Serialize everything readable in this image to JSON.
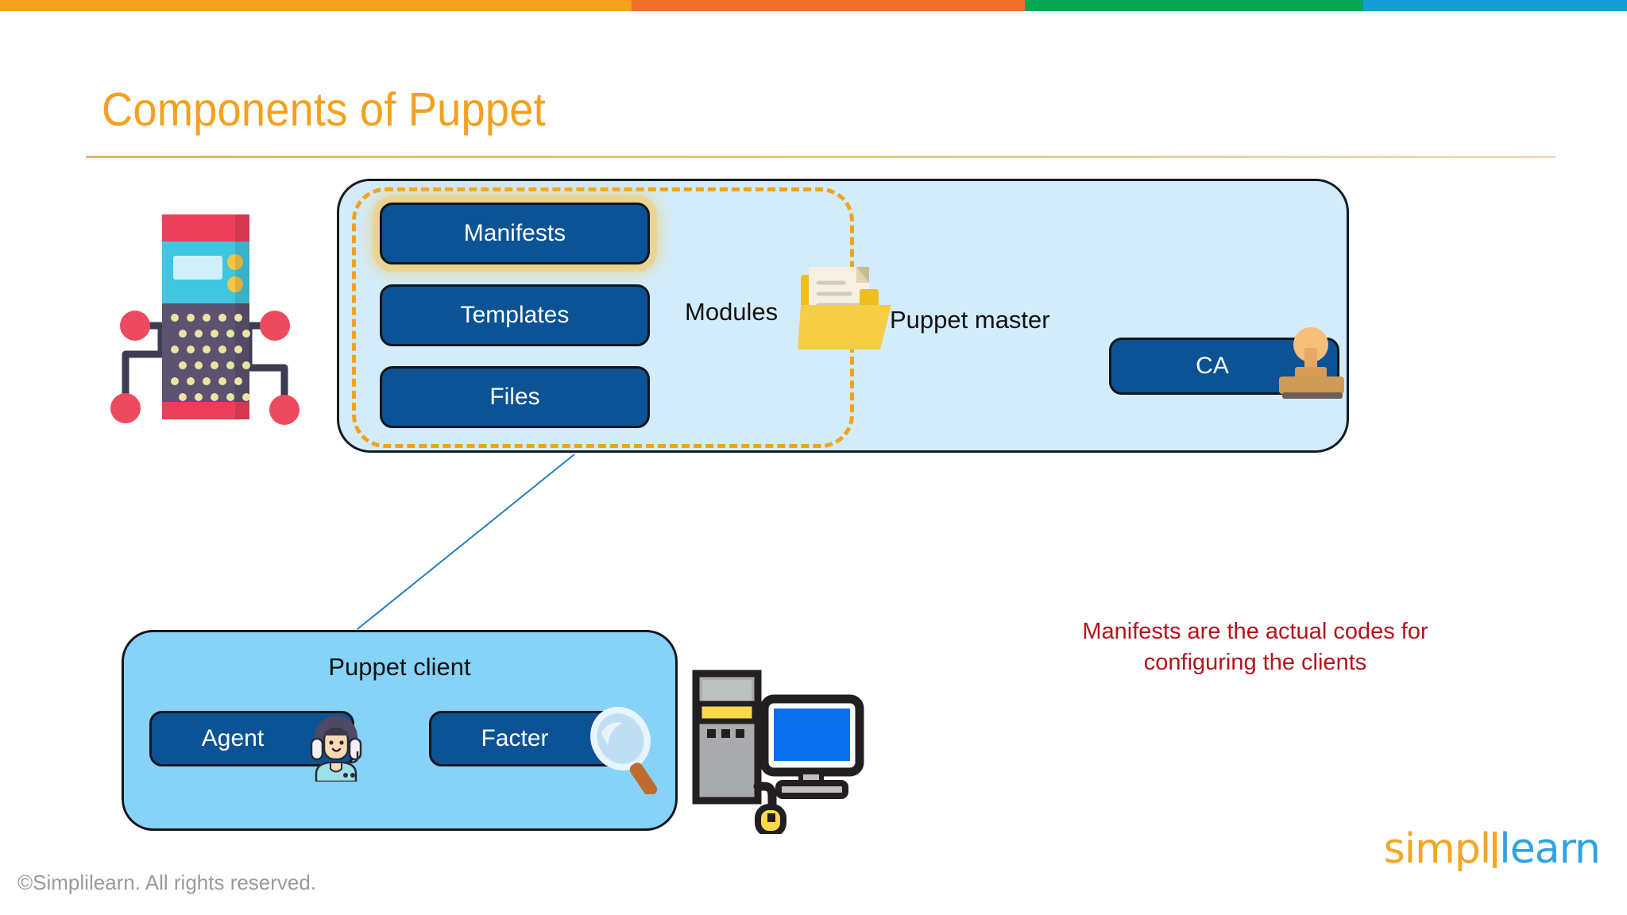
{
  "topbar": {
    "segments": [
      {
        "name": "segment-amber",
        "color": "#F7A01D",
        "width_pct": 38.8
      },
      {
        "name": "segment-orange",
        "color": "#F06E26",
        "width_pct": 24.2
      },
      {
        "name": "segment-green",
        "color": "#07A758",
        "width_pct": 20.8
      },
      {
        "name": "segment-blue",
        "color": "#189CD8",
        "width_pct": 16.2
      }
    ]
  },
  "slide": {
    "title": "Components of Puppet",
    "title_color": "#F5A01E"
  },
  "master": {
    "panel_fill": "#D2ECFB",
    "modules_label": "Modules",
    "puppet_master_label": "Puppet master",
    "dashed_border_color": "#F2A31B",
    "boxes": [
      {
        "name": "manifests",
        "label": "Manifests",
        "highlighted": true
      },
      {
        "name": "templates",
        "label": "Templates",
        "highlighted": false
      },
      {
        "name": "files",
        "label": "Files",
        "highlighted": false
      }
    ],
    "ca": {
      "label": "CA",
      "icon": "rubber-stamp-icon"
    },
    "folder_icon": "folder-with-document-icon",
    "server_icon": "server-rack-icon",
    "box_fill": "#0B5394"
  },
  "client": {
    "panel_fill": "#87D2F7",
    "title": "Puppet client",
    "boxes": [
      {
        "name": "agent",
        "label": "Agent",
        "icon": "support-agent-avatar-icon"
      },
      {
        "name": "facter",
        "label": "Facter",
        "icon": "magnifying-glass-icon"
      }
    ],
    "computer_icon": "desktop-computer-icon"
  },
  "note": {
    "line1": "Manifests are the actual codes for",
    "line2": "configuring the clients",
    "color": "#B5121B"
  },
  "footer": {
    "copyright": "©Simplilearn. All rights reserved.",
    "logo_part1": "simpl",
    "logo_part2": "learn",
    "logo_color1": "#F5A623",
    "logo_color2": "#2EA3DF"
  }
}
